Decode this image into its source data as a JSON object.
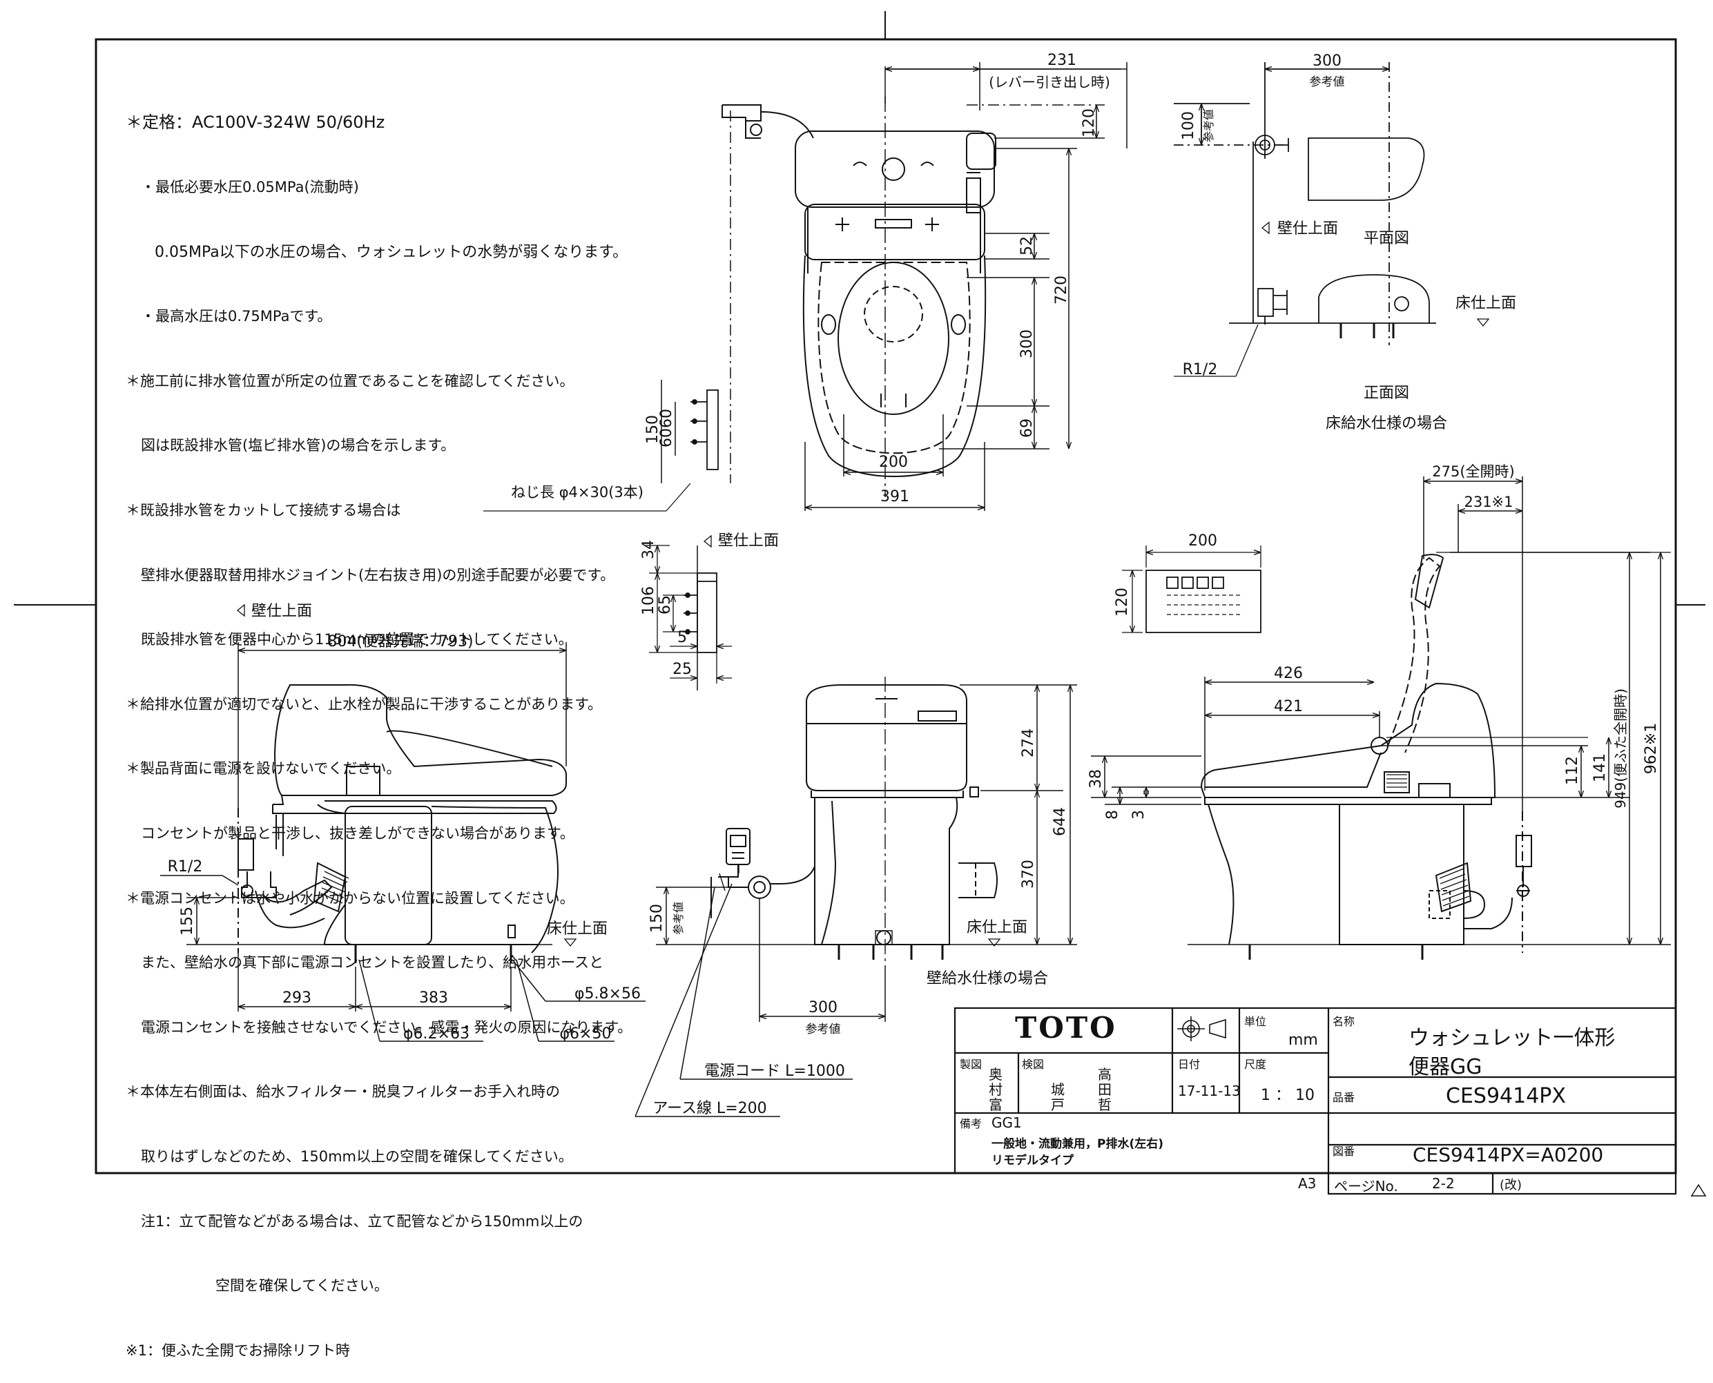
{
  "notes": [
    "＊定格：AC100V-324W 50/60Hz",
    "・最低必要水圧0.05MPa(流動時)",
    "0.05MPa以下の水圧の場合、ウォシュレットの水勢が弱くなります。",
    "・最高水圧は0.75MPaです。",
    "＊施工前に排水管位置が所定の位置であることを確認してください。",
    "図は既設排水管(塩ビ排水管)の場合を示します。",
    "＊既設排水管をカットして接続する場合は",
    "壁排水便器取替用排水ジョイント(左右抜き用)の別途手配要が必要です。",
    "既設排水管を便器中心から115mmの位置でカットしてください。",
    "＊給排水位置が適切でないと、止水栓が製品に干渉することがあります。",
    "＊製品背面に電源を設けないでください。",
    "コンセントが製品と干渉し、抜き差しができない場合があります。",
    "＊電源コンセントは水や小水がかからない位置に設置してください。",
    "また、壁給水の真下部に電源コンセントを設置したり、給水用ホースと",
    "電源コンセントを接触させないでください。感電・発火の原因になります。",
    "＊本体左右側面は、給水フィルター・脱臭フィルターお手入れ時の",
    "取りはずしなどのため、150mm以上の空間を確保してください。",
    "注1：立て配管などがある場合は、立て配管などから150mm以上の",
    "空間を確保してください。",
    "※1：便ふた全開でお掃除リフト時"
  ],
  "top_view": {
    "d231": "231",
    "lever_note": "(レバー引き出し時)",
    "d120": "120",
    "d52": "52",
    "d720": "720",
    "d300": "300",
    "d69": "69",
    "d200": "200",
    "d391": "391",
    "d150": "150",
    "d6060": "6060",
    "screw": "ねじ長 φ4×30(3本)"
  },
  "floor_supply": {
    "d300": "300",
    "ref1": "参考値",
    "d100": "100",
    "ref2": "参考値",
    "wall_label": "壁仕上面",
    "plan_label": "平面図",
    "floor_label": "床仕上面",
    "r12": "R1/2",
    "front_label": "正面図",
    "caption": "床給水仕様の場合"
  },
  "left_side": {
    "wall_label": "壁仕上面",
    "d804": "804(便器先端：793)",
    "r12": "R1/2",
    "d155": "155",
    "floor_label": "床仕上面",
    "d293": "293",
    "d383": "383",
    "p58": "φ5.8×56",
    "p62": "φ6.2×63",
    "p6": "φ6×50"
  },
  "bracket": {
    "wall_label": "壁仕上面",
    "d34": "34",
    "d106": "106",
    "d65": "65",
    "d5": "5",
    "d25": "25"
  },
  "remote": {
    "d200": "200",
    "d120": "120"
  },
  "front_view": {
    "d274": "274",
    "d644": "644",
    "d370": "370",
    "d150": "150",
    "ref": "参考値",
    "floor_label": "床仕上面",
    "caption": "壁給水仕様の場合",
    "d300": "300",
    "ref2": "参考値",
    "cord": "電源コード L=1000",
    "earth": "アース線 L=200"
  },
  "right_side": {
    "d275": "275(全開時)",
    "d231": "231※1",
    "d426": "426",
    "d421": "421",
    "d38": "38",
    "d8": "8",
    "d3": "3",
    "d112": "112",
    "d141": "141",
    "d949": "949(便ふた全開時)",
    "d962": "962※1"
  },
  "title_block": {
    "brand": "TOTO",
    "unit_label": "単位",
    "unit": "mm",
    "name_label": "名称",
    "name_line1": "ウォシュレット一体形",
    "name_line2": "便器GG",
    "made_label": "製図",
    "made_names": [
      "奥",
      "村",
      "富"
    ],
    "check_label": "検図",
    "check_names_a": [
      "城",
      "戸"
    ],
    "check_names_b": [
      "高",
      "田",
      "哲"
    ],
    "date_label": "日付",
    "date": "17-11-13",
    "scale_label": "尺度",
    "scale": "1 ： 10",
    "part_label": "品番",
    "part": "CES9414PX",
    "remarks_label": "備考",
    "remarks": [
      "GG1",
      "一般地・流動兼用，P排水(左右)",
      "リモデルタイプ"
    ],
    "drawing_label": "図番",
    "drawing": "CES9414PX=A0200",
    "sheet_size": "A3",
    "page_label": "ページNo.",
    "page": "2-2",
    "rev_label": "(改)"
  }
}
